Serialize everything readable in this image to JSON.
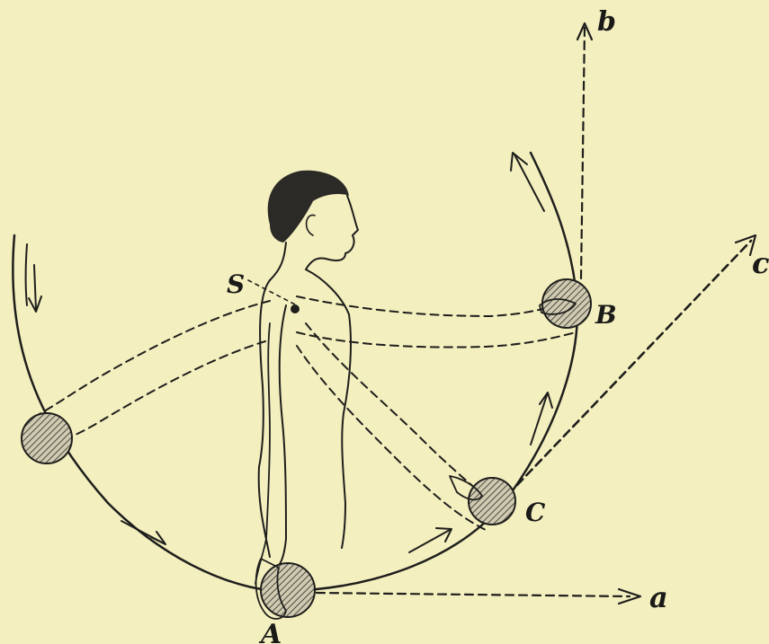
{
  "labels": {
    "shoulder": "S",
    "low_point": "A",
    "mid_point": "C",
    "high_point": "B",
    "horizontal_direction": "a",
    "vertical_direction": "b",
    "oblique_direction": "c"
  },
  "colors": {
    "paper": "#f4efbf",
    "ink": "#1e1e1c",
    "ball_fill": "#8a8778"
  }
}
